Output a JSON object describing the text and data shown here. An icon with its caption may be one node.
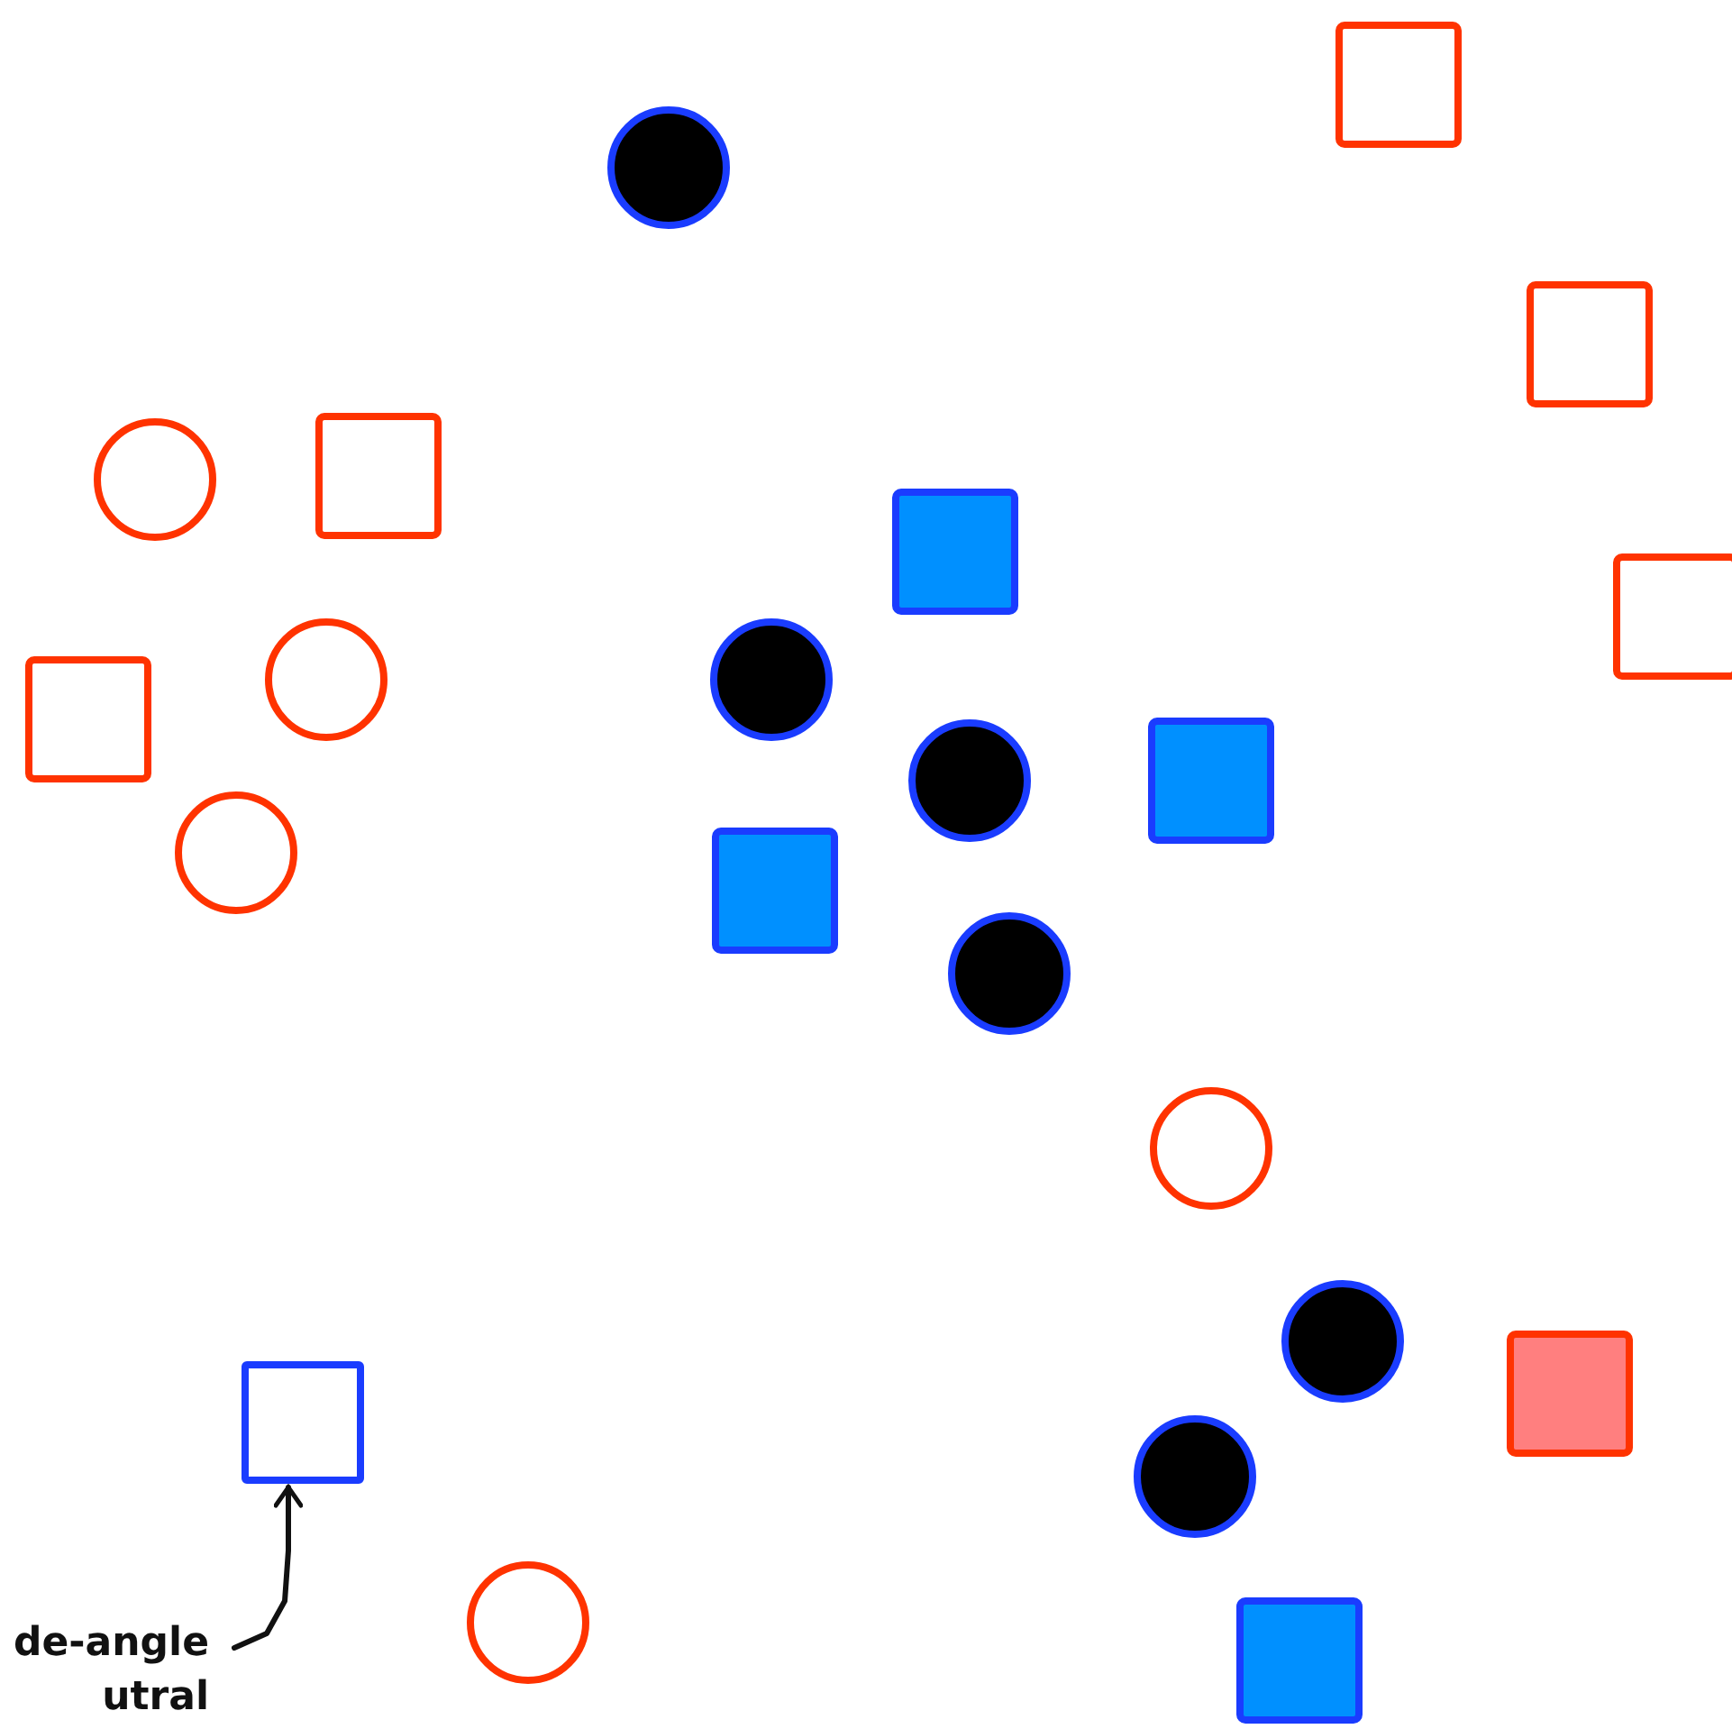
{
  "diagram": {
    "nodes": [
      {
        "text": [],
        "shape": "box"
      },
      {
        "text": [
          "de-angle utral"
        ]
      }
    ],
    "edges": [
      {
        "from": 1,
        "to": 0,
        "arrow": "to"
      }
    ]
  }
}
